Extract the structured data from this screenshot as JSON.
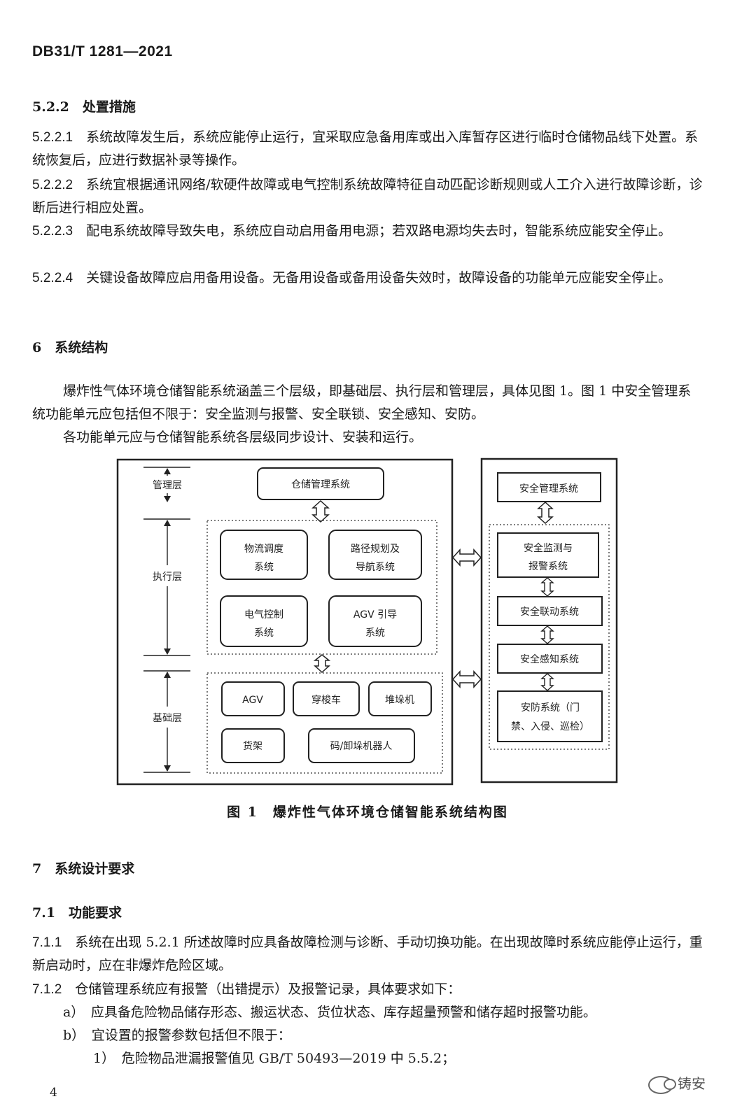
{
  "header": {
    "standard_code": "DB31/T 1281—2021"
  },
  "section_5_2_2": {
    "heading": "5.2.2　处置措施",
    "items": [
      {
        "num": "5.2.2.1",
        "text": "系统故障发生后，系统应能停止运行，宜采取应急备用库或出入库暂存区进行临时仓储物品线下处置。系统恢复后，应进行数据补录等操作。"
      },
      {
        "num": "5.2.2.2",
        "text": "系统宜根据通讯网络/软硬件故障或电气控制系统故障特征自动匹配诊断规则或人工介入进行故障诊断，诊断后进行相应处置。"
      },
      {
        "num": "5.2.2.3",
        "text": "配电系统故障导致失电，系统应自动启用备用电源；若双路电源均失去时，智能系统应能安全停止。"
      },
      {
        "num": "5.2.2.4",
        "text": "关键设备故障应启用备用设备。无备用设备或备用设备失效时，故障设备的功能单元应能安全停止。"
      }
    ]
  },
  "section_6": {
    "heading": "6　系统结构",
    "para1": "爆炸性气体环境仓储智能系统涵盖三个层级，即基础层、执行层和管理层，具体见图 1。图 1 中安全管理系统功能单元应包括但不限于：安全监测与报警、安全联锁、安全感知、安防。",
    "para2": "各功能单元应与仓储智能系统各层级同步设计、安装和运行。"
  },
  "figure": {
    "layers": {
      "management": "管理层",
      "execution": "执行层",
      "base": "基础层"
    },
    "warehouse_mgmt": "仓储管理系统",
    "logistics_1": "物流调度",
    "logistics_2": "系统",
    "route_1": "路径规划及",
    "route_2": "导航系统",
    "electric_1": "电气控制",
    "electric_2": "系统",
    "agv_guide_1": "AGV 引导",
    "agv_guide_2": "系统",
    "agv": "AGV",
    "shuttle": "穿梭车",
    "stacker": "堆垛机",
    "shelf": "货架",
    "robot": "码/卸垛机器人",
    "safety_mgmt": "安全管理系统",
    "safety_monitor_1": "安全监测与",
    "safety_monitor_2": "报警系统",
    "safety_link": "安全联动系统",
    "safety_sense": "安全感知系统",
    "security_1": "安防系统（门",
    "security_2": "禁、入侵、巡检）",
    "caption": "图 1　爆炸性气体环境仓储智能系统结构图"
  },
  "section_7": {
    "heading": "7　系统设计要求",
    "sub_heading": "7.1　功能要求",
    "items": [
      {
        "num": "7.1.1",
        "text": "系统在出现 5.2.1 所述故障时应具备故障检测与诊断、手动切换功能。在出现故障时系统应能停止运行，重新启动时，应在非爆炸危险区域。"
      },
      {
        "num": "7.1.2",
        "text": "仓储管理系统应有报警（出错提示）及报警记录，具体要求如下："
      }
    ],
    "list": [
      {
        "marker": "a）",
        "text": "应具备危险物品储存形态、搬运状态、货位状态、库存超量预警和储存超时报警功能。"
      },
      {
        "marker": "b）",
        "text": "宜设置的报警参数包括但不限于："
      }
    ],
    "sub_list": [
      {
        "marker": "1）",
        "text": "危险物品泄漏报警值见 GB/T 50493—2019 中 5.5.2；"
      }
    ]
  },
  "footer": {
    "page_number": "4",
    "watermark": "铸安"
  }
}
